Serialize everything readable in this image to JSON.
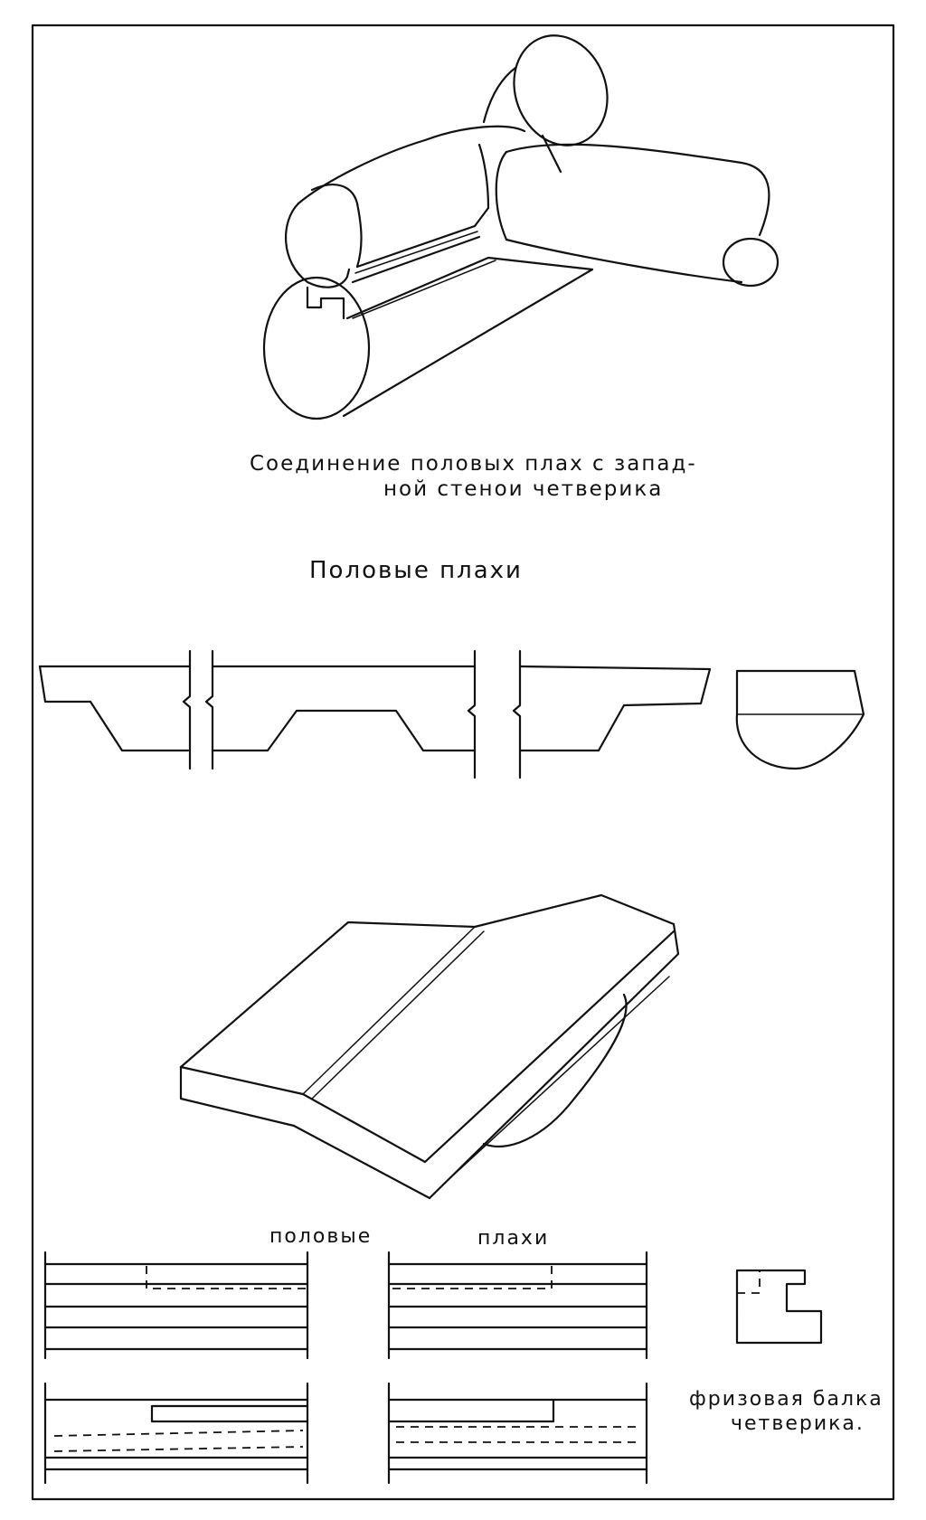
{
  "captions": {
    "joint_line1": "Соединение   половых  плах   с  запад-",
    "joint_line2": "ной  стенои  четверика",
    "planks_title": "Половые  плахи",
    "bottom_left": "половые",
    "bottom_right": "плахи",
    "frieze_line1": "фризовая  балка",
    "frieze_line2": "четверика."
  }
}
